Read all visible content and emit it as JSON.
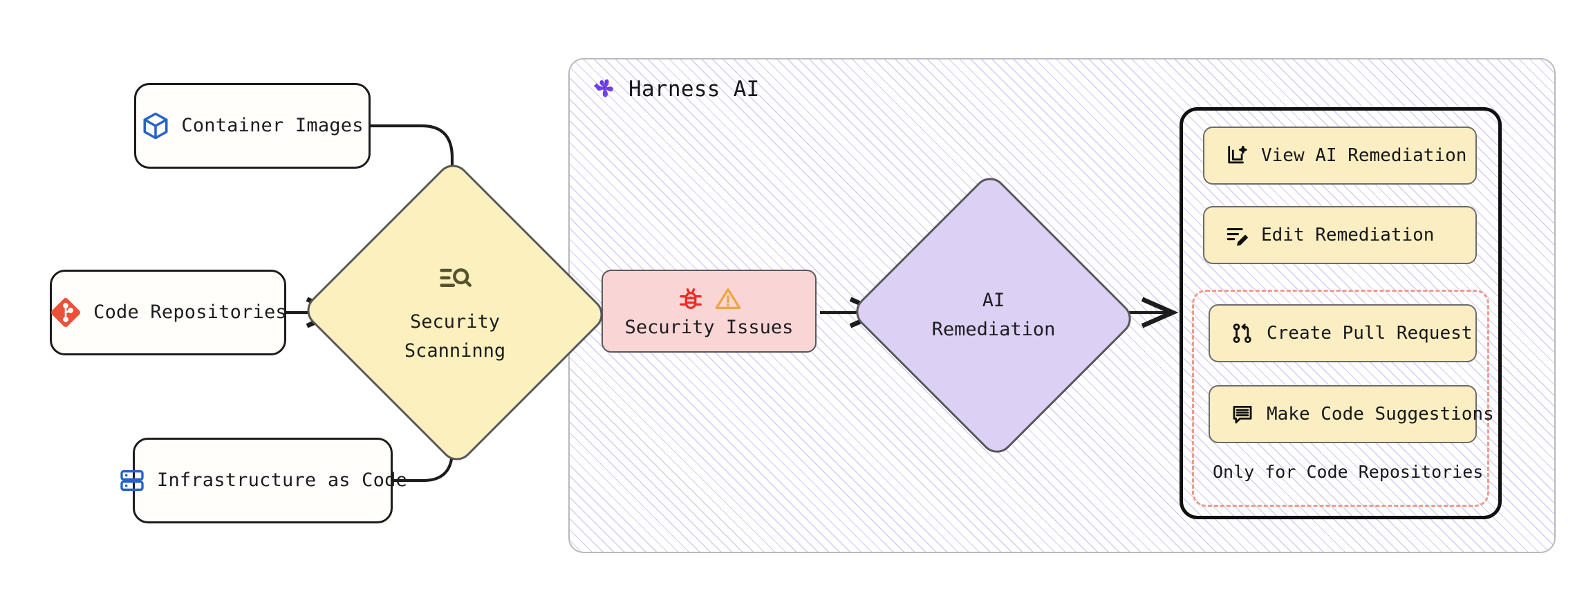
{
  "diagram": {
    "title": "Harness AI security scanning and remediation flow",
    "panel": {
      "title": "Harness AI",
      "logo_icon": "harness-pinwheel-icon"
    },
    "colors": {
      "scan_fill": "#fdf0bf",
      "issues_fill": "#f9d5d6",
      "ai_fill": "#ddd0f5",
      "action_fill": "#fbeec2",
      "dashed_border": "#ef9a8e",
      "hatch": "#7c6cd6",
      "container_icon": "#2563c7",
      "git_icon": "#eb5138",
      "iac_icon": "#2563c7",
      "bug_icon": "#ef2b25",
      "warning_icon": "#eda73f",
      "harness_logo": "#6638e0"
    },
    "sources": [
      {
        "id": "container-images",
        "label": "Container Images",
        "icon": "cube-icon"
      },
      {
        "id": "code-repositories",
        "label": "Code Repositories",
        "icon": "git-icon"
      },
      {
        "id": "infrastructure-as-code",
        "label": "Infrastructure as Code",
        "icon": "server-stack-icon"
      }
    ],
    "scan_node": {
      "id": "security-scanning",
      "line1": "Security",
      "line2": "Scanninng",
      "icon": "scan-search-icon"
    },
    "issues_node": {
      "id": "security-issues",
      "label": "Security Issues",
      "icons": [
        "bug-icon",
        "warning-triangle-icon"
      ]
    },
    "ai_node": {
      "id": "ai-remediation",
      "line1": "AI",
      "line2": "Remediation"
    },
    "actions": [
      {
        "id": "view-ai-remediation",
        "label": "View AI Remediation",
        "icon": "document-sparkle-icon"
      },
      {
        "id": "edit-remediation",
        "label": "Edit Remediation",
        "icon": "edit-lines-pencil-icon"
      },
      {
        "id": "create-pull-request",
        "label": "Create Pull Request",
        "icon": "git-pull-request-icon"
      },
      {
        "id": "make-code-suggestions",
        "label": "Make Code Suggestions",
        "icon": "comment-lines-icon"
      }
    ],
    "dashed_group_caption": "Only for Code Repositories"
  }
}
